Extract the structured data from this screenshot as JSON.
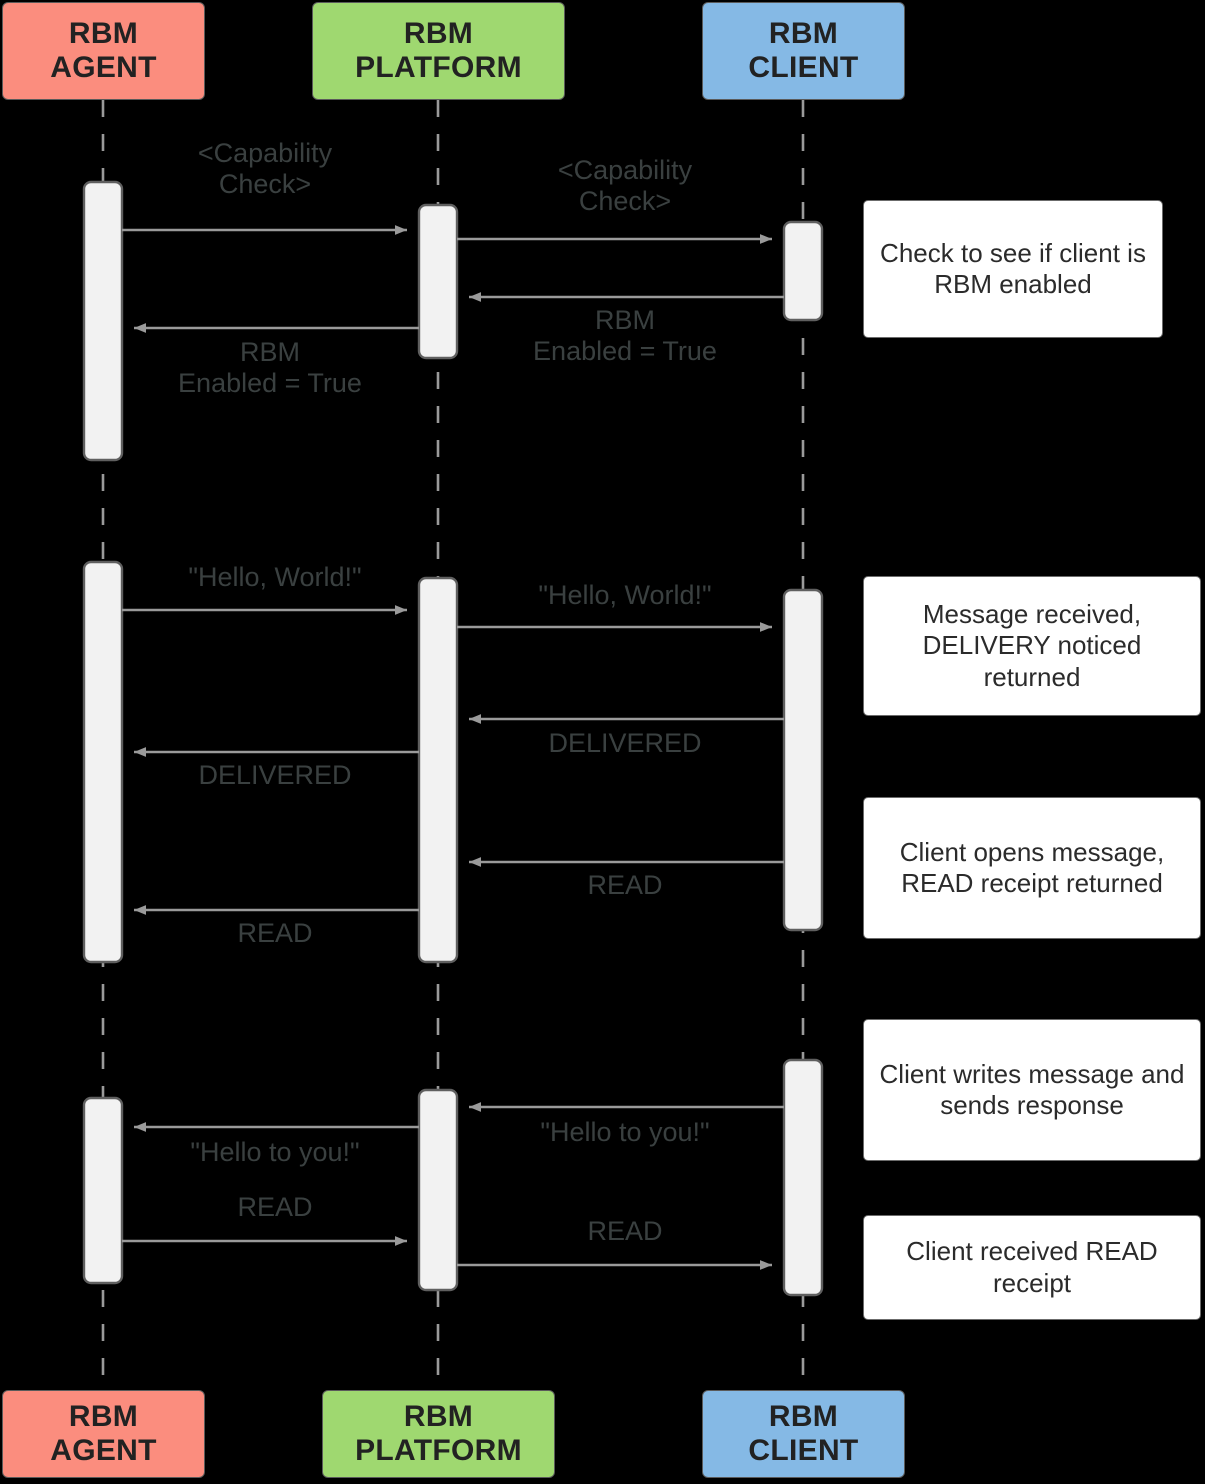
{
  "diagram": {
    "title": "RBM message sequence",
    "type": "sequence-diagram",
    "background": "#000000",
    "colors": {
      "agent": "#fb8d7e",
      "platform": "#9fd870",
      "client": "#85b9e5",
      "activation": "#f2f2f2",
      "note": "#ffffff",
      "line": "#9a9a9a",
      "text": "#333333"
    }
  },
  "actors": [
    {
      "id": "agent",
      "line1": "RBM",
      "line2": "AGENT",
      "color": "#fb8d7e"
    },
    {
      "id": "platform",
      "line1": "RBM",
      "line2": "PLATFORM",
      "color": "#9fd870"
    },
    {
      "id": "client",
      "line1": "RBM",
      "line2": "CLIENT",
      "color": "#85b9e5"
    }
  ],
  "messages": [
    {
      "id": "m1",
      "from": "agent",
      "to": "platform",
      "label": "<Capability\nCheck>",
      "direction": "right"
    },
    {
      "id": "m2",
      "from": "platform",
      "to": "client",
      "label": "<Capability\nCheck>",
      "direction": "right"
    },
    {
      "id": "m3",
      "from": "client",
      "to": "platform",
      "label": "RBM\nEnabled = True",
      "direction": "left"
    },
    {
      "id": "m4",
      "from": "platform",
      "to": "agent",
      "label": "RBM\nEnabled = True",
      "direction": "left"
    },
    {
      "id": "m5",
      "from": "agent",
      "to": "platform",
      "label": "\"Hello, World!\"",
      "direction": "right"
    },
    {
      "id": "m6",
      "from": "platform",
      "to": "client",
      "label": "\"Hello, World!\"",
      "direction": "right"
    },
    {
      "id": "m7",
      "from": "client",
      "to": "platform",
      "label": "DELIVERED",
      "direction": "left"
    },
    {
      "id": "m8",
      "from": "platform",
      "to": "agent",
      "label": "DELIVERED",
      "direction": "left"
    },
    {
      "id": "m9",
      "from": "client",
      "to": "platform",
      "label": "READ",
      "direction": "left"
    },
    {
      "id": "m10",
      "from": "platform",
      "to": "agent",
      "label": "READ",
      "direction": "left"
    },
    {
      "id": "m11",
      "from": "client",
      "to": "platform",
      "label": "\"Hello to you!\"",
      "direction": "left"
    },
    {
      "id": "m12",
      "from": "platform",
      "to": "agent",
      "label": "\"Hello to you!\"",
      "direction": "left"
    },
    {
      "id": "m13",
      "from": "agent",
      "to": "platform",
      "label": "READ",
      "direction": "right"
    },
    {
      "id": "m14",
      "from": "platform",
      "to": "client",
      "label": "READ",
      "direction": "right"
    }
  ],
  "notes": [
    {
      "id": "n1",
      "text": "Check to see if client is RBM enabled"
    },
    {
      "id": "n2",
      "text": "Message received, DELIVERY noticed returned"
    },
    {
      "id": "n3",
      "text": "Client opens message, READ receipt returned"
    },
    {
      "id": "n4",
      "text": "Client writes message and sends response"
    },
    {
      "id": "n5",
      "text": "Client received READ receipt"
    }
  ]
}
